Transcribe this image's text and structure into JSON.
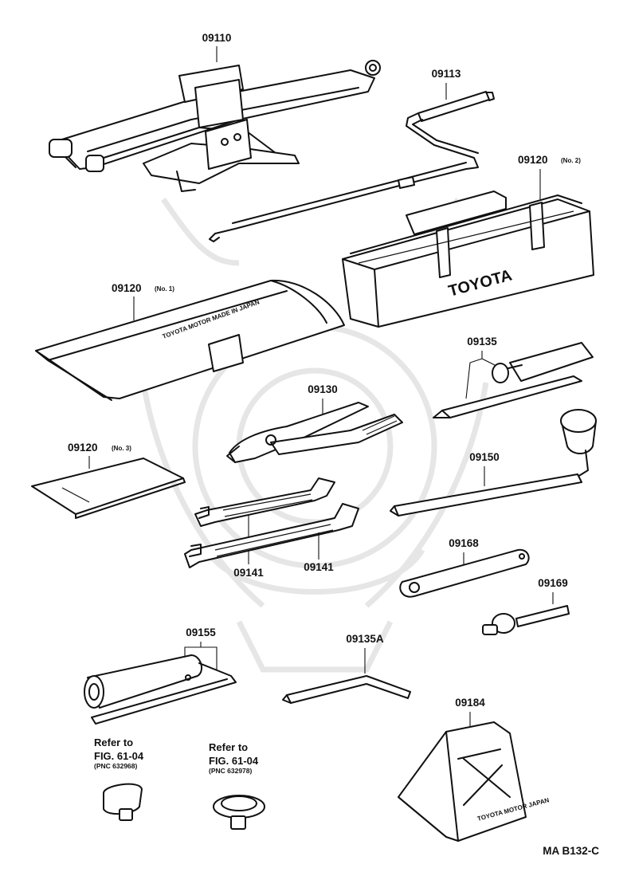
{
  "parts": [
    {
      "id": "jack",
      "number": "09110"
    },
    {
      "id": "jack-handle",
      "number": "09113"
    },
    {
      "id": "tool-bag-no2",
      "number": "09120",
      "suffix": "(No. 2)",
      "print": "TOYOTA"
    },
    {
      "id": "tool-bag-no1",
      "number": "09120",
      "suffix": "(No. 1)",
      "print": "TOYOTA MOTOR MADE IN JAPAN"
    },
    {
      "id": "screwdriver",
      "number": "09135"
    },
    {
      "id": "pliers",
      "number": "09130"
    },
    {
      "id": "manual",
      "number": "09120",
      "suffix": "(No. 3)"
    },
    {
      "id": "lug-wrench",
      "number": "09150"
    },
    {
      "id": "wrench-small",
      "number": "09141"
    },
    {
      "id": "wrench-large",
      "number": "09141"
    },
    {
      "id": "ratchet-handle",
      "number": "09168"
    },
    {
      "id": "socket-adapter",
      "number": "09169"
    },
    {
      "id": "spark-plug-wrench",
      "number": "09155"
    },
    {
      "id": "screwdriver-l",
      "number": "09135A"
    },
    {
      "id": "wheel-chock",
      "number": "09184",
      "print": "TOYOTA MOTOR JAPAN"
    }
  ],
  "refs": [
    {
      "id": "ref-left",
      "line1": "Refer to",
      "line2": "FIG. 61-04",
      "pnc": "(PNC 632968)"
    },
    {
      "id": "ref-right",
      "line1": "Refer to",
      "line2": "FIG. 61-04",
      "pnc": "(PNC 632978)"
    }
  ],
  "footer": {
    "code": "MA B132-C"
  },
  "colors": {
    "ink": "#111111",
    "watermark": "#e6e6e6",
    "background": "#ffffff"
  }
}
